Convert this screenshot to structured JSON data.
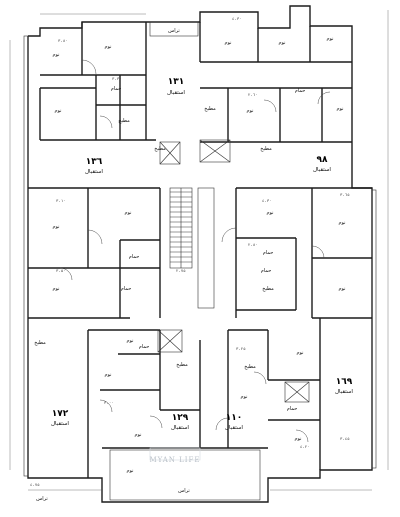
{
  "labels": {
    "room": "نوم",
    "bath": "حمام",
    "kitchen": "مطبخ",
    "terrace": "تراس",
    "sub": "استقبال"
  },
  "units": [
    {
      "area": "١٣٦"
    },
    {
      "area": "١٣١"
    },
    {
      "area": "٩٨"
    },
    {
      "area": "١٦٩"
    },
    {
      "area": "١٧٢"
    },
    {
      "area": "١٢٩"
    },
    {
      "area": "١١٠"
    }
  ],
  "dims": [
    "٣.٨٠",
    "٤.٣٠",
    "٣.٣٠",
    "٢.٦٠",
    "٣.١٠",
    "٤.٣٠",
    "٣.٥٠",
    "٢.٨٠",
    "٣.٠٠",
    "٤.٢٠",
    "٣.٦٥",
    "٢.٧٥",
    "٣.٢٥",
    "٤.٧٥",
    "٣.٤٥"
  ],
  "watermark": {
    "text": "MYAN LIFE"
  }
}
